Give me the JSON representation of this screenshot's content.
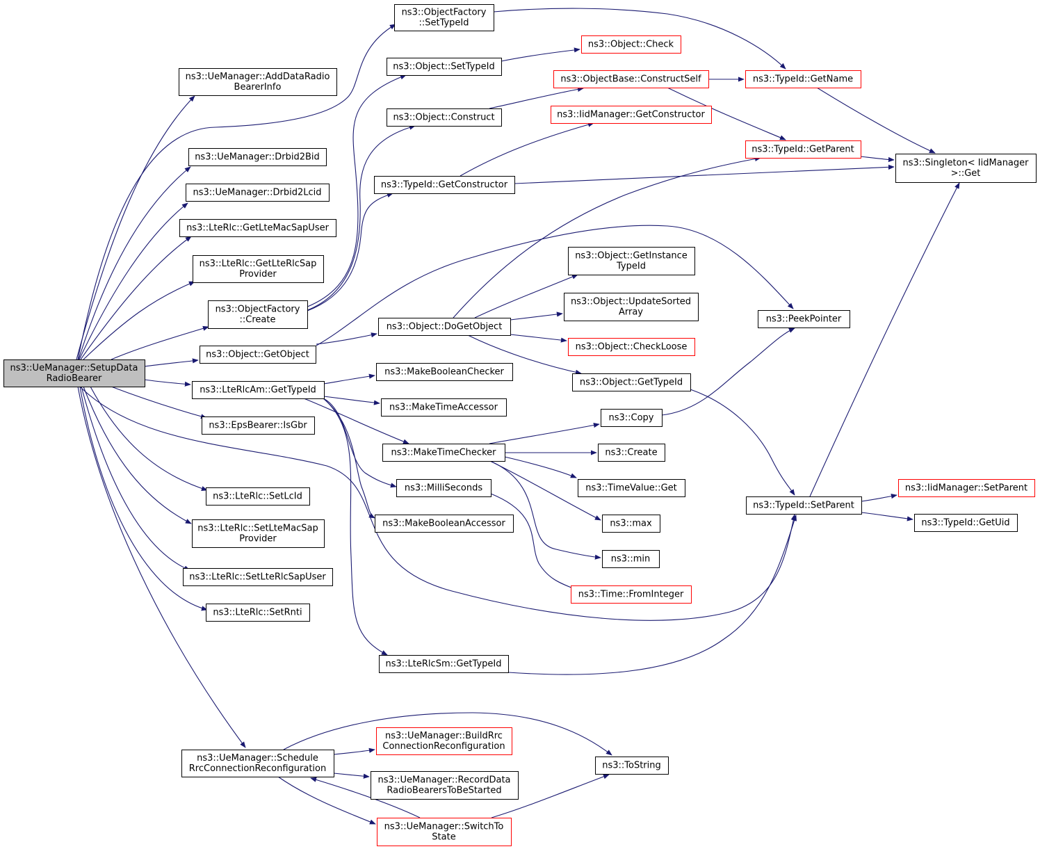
{
  "nodes": [
    {
      "id": "setup",
      "lines": [
        "ns3::UeManager::SetupData",
        "RadioBearer"
      ],
      "style": "root"
    },
    {
      "id": "ofSetTypeId",
      "lines": [
        "ns3::ObjectFactory",
        "::SetTypeId"
      ],
      "style": "normal"
    },
    {
      "id": "addDRB",
      "lines": [
        "ns3::UeManager::AddDataRadio",
        "BearerInfo"
      ],
      "style": "normal"
    },
    {
      "id": "objSetTypeId",
      "lines": [
        "ns3::Object::SetTypeId"
      ],
      "style": "normal"
    },
    {
      "id": "objCheck",
      "lines": [
        "ns3::Object::Check"
      ],
      "style": "truncated"
    },
    {
      "id": "construct",
      "lines": [
        "ns3::Object::Construct"
      ],
      "style": "normal"
    },
    {
      "id": "constructSelf",
      "lines": [
        "ns3::ObjectBase::ConstructSelf"
      ],
      "style": "truncated"
    },
    {
      "id": "getName",
      "lines": [
        "ns3::TypeId::GetName"
      ],
      "style": "truncated"
    },
    {
      "id": "iidGetCtor",
      "lines": [
        "ns3::IidManager::GetConstructor"
      ],
      "style": "truncated"
    },
    {
      "id": "getParent",
      "lines": [
        "ns3::TypeId::GetParent"
      ],
      "style": "truncated"
    },
    {
      "id": "singleton",
      "lines": [
        "ns3::Singleton< IidManager",
        ">::Get"
      ],
      "style": "normal"
    },
    {
      "id": "drbid2bid",
      "lines": [
        "ns3::UeManager::Drbid2Bid"
      ],
      "style": "normal"
    },
    {
      "id": "drbid2lcid",
      "lines": [
        "ns3::UeManager::Drbid2Lcid"
      ],
      "style": "normal"
    },
    {
      "id": "tidGetCtor",
      "lines": [
        "ns3::TypeId::GetConstructor"
      ],
      "style": "normal"
    },
    {
      "id": "getMacSapUser",
      "lines": [
        "ns3::LteRlc::GetLteMacSapUser"
      ],
      "style": "normal"
    },
    {
      "id": "getRlcSapProv",
      "lines": [
        "ns3::LteRlc::GetLteRlcSap",
        "Provider"
      ],
      "style": "normal"
    },
    {
      "id": "getInstTid",
      "lines": [
        "ns3::Object::GetInstance",
        "TypeId"
      ],
      "style": "normal"
    },
    {
      "id": "ofCreate",
      "lines": [
        "ns3::ObjectFactory",
        "::Create"
      ],
      "style": "normal"
    },
    {
      "id": "updSorted",
      "lines": [
        "ns3::Object::UpdateSorted",
        "Array"
      ],
      "style": "normal"
    },
    {
      "id": "peekPtr",
      "lines": [
        "ns3::PeekPointer"
      ],
      "style": "normal"
    },
    {
      "id": "doGetObj",
      "lines": [
        "ns3::Object::DoGetObject"
      ],
      "style": "normal"
    },
    {
      "id": "checkLoose",
      "lines": [
        "ns3::Object::CheckLoose"
      ],
      "style": "truncated"
    },
    {
      "id": "getObject",
      "lines": [
        "ns3::Object::GetObject"
      ],
      "style": "normal"
    },
    {
      "id": "mkBoolChk",
      "lines": [
        "ns3::MakeBooleanChecker"
      ],
      "style": "normal"
    },
    {
      "id": "objGetTid",
      "lines": [
        "ns3::Object::GetTypeId"
      ],
      "style": "normal"
    },
    {
      "id": "amGetTid",
      "lines": [
        "ns3::LteRlcAm::GetTypeId"
      ],
      "style": "normal"
    },
    {
      "id": "mkTimeAcc",
      "lines": [
        "ns3::MakeTimeAccessor"
      ],
      "style": "normal"
    },
    {
      "id": "isGbr",
      "lines": [
        "ns3::EpsBearer::IsGbr"
      ],
      "style": "normal"
    },
    {
      "id": "copy",
      "lines": [
        "ns3::Copy"
      ],
      "style": "normal"
    },
    {
      "id": "mkTimeChk",
      "lines": [
        "ns3::MakeTimeChecker"
      ],
      "style": "normal"
    },
    {
      "id": "create",
      "lines": [
        "ns3::Create"
      ],
      "style": "normal"
    },
    {
      "id": "timeValGet",
      "lines": [
        "ns3::TimeValue::Get"
      ],
      "style": "normal"
    },
    {
      "id": "ms",
      "lines": [
        "ns3::MilliSeconds"
      ],
      "style": "normal"
    },
    {
      "id": "iidSetParent",
      "lines": [
        "ns3::IidManager::SetParent"
      ],
      "style": "truncated"
    },
    {
      "id": "setLcId",
      "lines": [
        "ns3::LteRlc::SetLcId"
      ],
      "style": "normal"
    },
    {
      "id": "tidSetParent",
      "lines": [
        "ns3::TypeId::SetParent"
      ],
      "style": "normal"
    },
    {
      "id": "getUid",
      "lines": [
        "ns3::TypeId::GetUid"
      ],
      "style": "normal"
    },
    {
      "id": "mkBoolAcc",
      "lines": [
        "ns3::MakeBooleanAccessor"
      ],
      "style": "normal"
    },
    {
      "id": "max",
      "lines": [
        "ns3::max"
      ],
      "style": "normal"
    },
    {
      "id": "setMacSapProv",
      "lines": [
        "ns3::LteRlc::SetLteMacSap",
        "Provider"
      ],
      "style": "normal"
    },
    {
      "id": "min",
      "lines": [
        "ns3::min"
      ],
      "style": "normal"
    },
    {
      "id": "setRlcSapUser",
      "lines": [
        "ns3::LteRlc::SetLteRlcSapUser"
      ],
      "style": "normal"
    },
    {
      "id": "fromInt",
      "lines": [
        "ns3::Time::FromInteger"
      ],
      "style": "truncated"
    },
    {
      "id": "setRnti",
      "lines": [
        "ns3::LteRlc::SetRnti"
      ],
      "style": "normal"
    },
    {
      "id": "smGetTid",
      "lines": [
        "ns3::LteRlcSm::GetTypeId"
      ],
      "style": "normal"
    },
    {
      "id": "buildRrc",
      "lines": [
        "ns3::UeManager::BuildRrc",
        "ConnectionReconfiguration"
      ],
      "style": "truncated"
    },
    {
      "id": "schedRrc",
      "lines": [
        "ns3::UeManager::Schedule",
        "RrcConnectionReconfiguration"
      ],
      "style": "normal"
    },
    {
      "id": "toString",
      "lines": [
        "ns3::ToString"
      ],
      "style": "normal"
    },
    {
      "id": "recordDrb",
      "lines": [
        "ns3::UeManager::RecordData",
        "RadioBearersToBeStarted"
      ],
      "style": "normal"
    },
    {
      "id": "switchTo",
      "lines": [
        "ns3::UeManager::SwitchTo",
        "State"
      ],
      "style": "truncated"
    }
  ],
  "edges": [
    [
      "setup",
      "addDRB"
    ],
    [
      "setup",
      "ofSetTypeId"
    ],
    [
      "setup",
      "drbid2bid"
    ],
    [
      "setup",
      "drbid2lcid"
    ],
    [
      "setup",
      "getMacSapUser"
    ],
    [
      "setup",
      "getRlcSapProv"
    ],
    [
      "setup",
      "ofCreate"
    ],
    [
      "setup",
      "getObject"
    ],
    [
      "setup",
      "amGetTid"
    ],
    [
      "setup",
      "isGbr"
    ],
    [
      "setup",
      "tidSetParent"
    ],
    [
      "setup",
      "setLcId"
    ],
    [
      "setup",
      "setMacSapProv"
    ],
    [
      "setup",
      "setRlcSapUser"
    ],
    [
      "setup",
      "setRnti"
    ],
    [
      "setup",
      "schedRrc"
    ],
    [
      "ofSetTypeId",
      "getName"
    ],
    [
      "objSetTypeId",
      "objCheck"
    ],
    [
      "construct",
      "constructSelf"
    ],
    [
      "constructSelf",
      "getName"
    ],
    [
      "constructSelf",
      "getParent"
    ],
    [
      "getName",
      "singleton"
    ],
    [
      "getParent",
      "singleton"
    ],
    [
      "tidGetCtor",
      "iidGetCtor"
    ],
    [
      "tidGetCtor",
      "singleton"
    ],
    [
      "ofCreate",
      "objSetTypeId"
    ],
    [
      "ofCreate",
      "construct"
    ],
    [
      "ofCreate",
      "tidGetCtor"
    ],
    [
      "getObject",
      "peekPtr"
    ],
    [
      "getObject",
      "doGetObj"
    ],
    [
      "doGetObj",
      "getParent"
    ],
    [
      "doGetObj",
      "getInstTid"
    ],
    [
      "doGetObj",
      "updSorted"
    ],
    [
      "doGetObj",
      "checkLoose"
    ],
    [
      "doGetObj",
      "objGetTid"
    ],
    [
      "objGetTid",
      "tidSetParent"
    ],
    [
      "amGetTid",
      "mkBoolChk"
    ],
    [
      "amGetTid",
      "mkTimeAcc"
    ],
    [
      "amGetTid",
      "mkTimeChk"
    ],
    [
      "amGetTid",
      "ms"
    ],
    [
      "amGetTid",
      "mkBoolAcc"
    ],
    [
      "amGetTid",
      "smGetTid"
    ],
    [
      "copy",
      "peekPtr"
    ],
    [
      "mkTimeChk",
      "copy"
    ],
    [
      "mkTimeChk",
      "create"
    ],
    [
      "mkTimeChk",
      "timeValGet"
    ],
    [
      "mkTimeChk",
      "max"
    ],
    [
      "mkTimeChk",
      "min"
    ],
    [
      "ms",
      "fromInt"
    ],
    [
      "tidSetParent",
      "singleton"
    ],
    [
      "tidSetParent",
      "iidSetParent"
    ],
    [
      "tidSetParent",
      "getUid"
    ],
    [
      "smGetTid",
      "tidSetParent"
    ],
    [
      "schedRrc",
      "buildRrc"
    ],
    [
      "schedRrc",
      "recordDrb"
    ],
    [
      "schedRrc",
      "toString"
    ],
    [
      "schedRrc",
      "switchTo"
    ],
    [
      "switchTo",
      "schedRrc"
    ],
    [
      "switchTo",
      "toString"
    ]
  ]
}
